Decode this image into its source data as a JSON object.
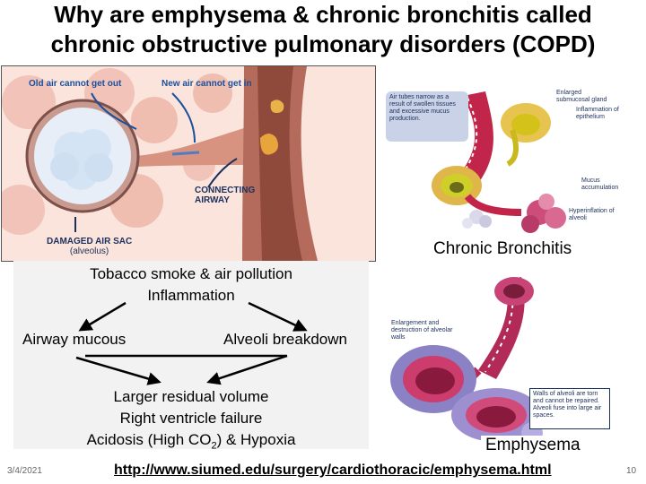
{
  "title": {
    "line1": "Why are emphysema & chronic bronchitis called",
    "line2": "chronic obstructive pulmonary disorders (COPD)"
  },
  "airway_image": {
    "label_old_air": "Old air cannot get out",
    "label_new_air": "New air cannot get in",
    "label_connecting_1": "CONNECTING",
    "label_connecting_2": "AIRWAY",
    "label_damaged": "DAMAGED AIR SAC",
    "label_alveolus": "(alveolus)"
  },
  "bronchitis_image": {
    "note": "Air tubes narrow as a result of swollen tissues and excessive mucus production.",
    "ann_gland": "Enlarged submucosal gland",
    "ann_inflammation": "Inflammation of epithelium",
    "ann_mucus": "Mucus accumulation",
    "ann_hyper": "Hyperinflation of alveoli",
    "caption": "Chronic Bronchitis"
  },
  "diagram": {
    "cause": "Tobacco smoke & air pollution",
    "inflammation": "Inflammation",
    "left": "Airway mucous",
    "right": "Alveoli breakdown",
    "result1": "Larger residual volume",
    "result2": "Right ventricle failure",
    "result3_pre": "Acidosis (High CO",
    "result3_sub": "2",
    "result3_post": ") & Hypoxia"
  },
  "emphysema_image": {
    "ann_enlarge": "Enlargement and destruction of alveolar walls",
    "note": "Walls of alveoli are torn and cannot be repaired. Alveoli fuse into large air spaces.",
    "caption": "Emphysema"
  },
  "footer": {
    "date": "3/4/2021",
    "link": "http://www.siumed.edu/surgery/cardiothoracic/emphysema.html",
    "page": "10"
  },
  "colors": {
    "airway_tube": "#b46b5b",
    "air_sac_blue": "#8fb5dc",
    "label_blue": "#1a4f9c",
    "mucus_yellow": "#d4c21a",
    "bronchus_red": "#c2254a"
  }
}
